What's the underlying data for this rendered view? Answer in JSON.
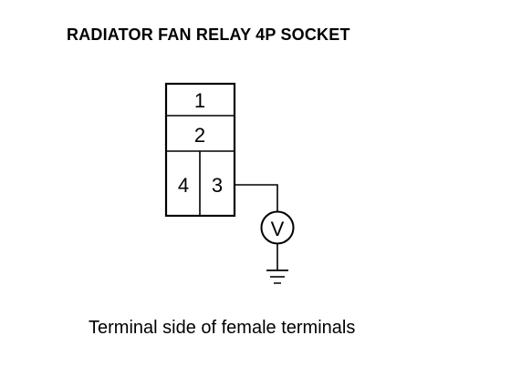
{
  "title": "RADIATOR FAN RELAY 4P SOCKET",
  "caption": "Terminal side of female terminals",
  "connector": {
    "terminals": [
      {
        "label": "1"
      },
      {
        "label": "2"
      },
      {
        "label": "4"
      },
      {
        "label": "3"
      }
    ]
  },
  "meter": {
    "symbol": "V",
    "icon": "voltmeter-icon"
  },
  "ground": {
    "icon": "ground-icon"
  },
  "colors": {
    "line": "#000000",
    "background": "#ffffff"
  }
}
